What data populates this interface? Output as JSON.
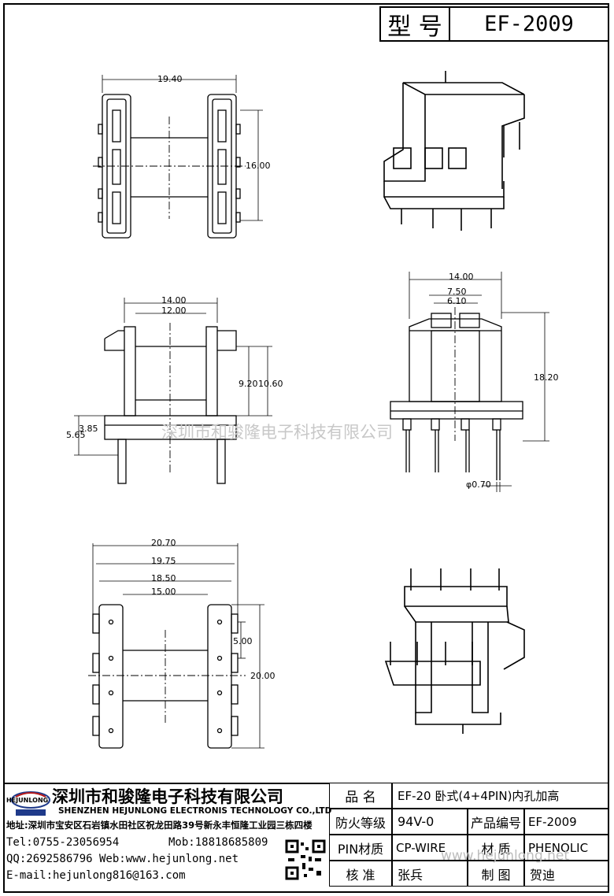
{
  "header": {
    "type_label": "型 号",
    "model": "EF-2009"
  },
  "dims": {
    "A": "19.40",
    "B": "16.00",
    "C": "14.00",
    "D": "12.00",
    "E": "9.20",
    "F": "10.60",
    "G": "3.85",
    "H": "5.65",
    "I": "14.00",
    "J": "7.50",
    "K": "6.10",
    "L": "18.20",
    "M": "φ0.70",
    "N": "20.70",
    "O": "19.75",
    "P": "18.50",
    "Q": "15.00",
    "R": "5.00",
    "S": "20.00"
  },
  "watermarks": {
    "center": "深圳市和骏隆电子科技有限公司",
    "bottom": "www.hejunlong.net"
  },
  "company": {
    "logo_text": "HEJUNLONG",
    "name_cn": "深圳市和骏隆电子科技有限公司",
    "name_en": "SHENZHEN HEJUNLONG ELECTRONIS TECHNOLOGY CO.,LTD",
    "address": "地址:深圳市宝安区石岩镇水田社区祝龙田路39号新永丰恒隆工业园三栋四楼",
    "tel": "Tel:0755-23056954",
    "mob": "Mob:18818685809",
    "qq_web": "QQ:2692586796 Web:www.hejunlong.net",
    "email": "E-mail:hejunlong816@163.com"
  },
  "specs": {
    "name_label": "品 名",
    "name_value": "EF-20 卧式(4+4PIN)内孔加高",
    "fire_label": "防火等级",
    "fire_value": "94V-0",
    "code_label": "产品编号",
    "code_value": "EF-2009",
    "pin_label": "PIN材质",
    "pin_value": "CP-WIRE",
    "material_label": "材 质",
    "material_value": "PHENOLIC",
    "approve_label": "核 准",
    "approve_value": "张兵",
    "draw_label": "制 图",
    "draw_value": "贺迪"
  }
}
